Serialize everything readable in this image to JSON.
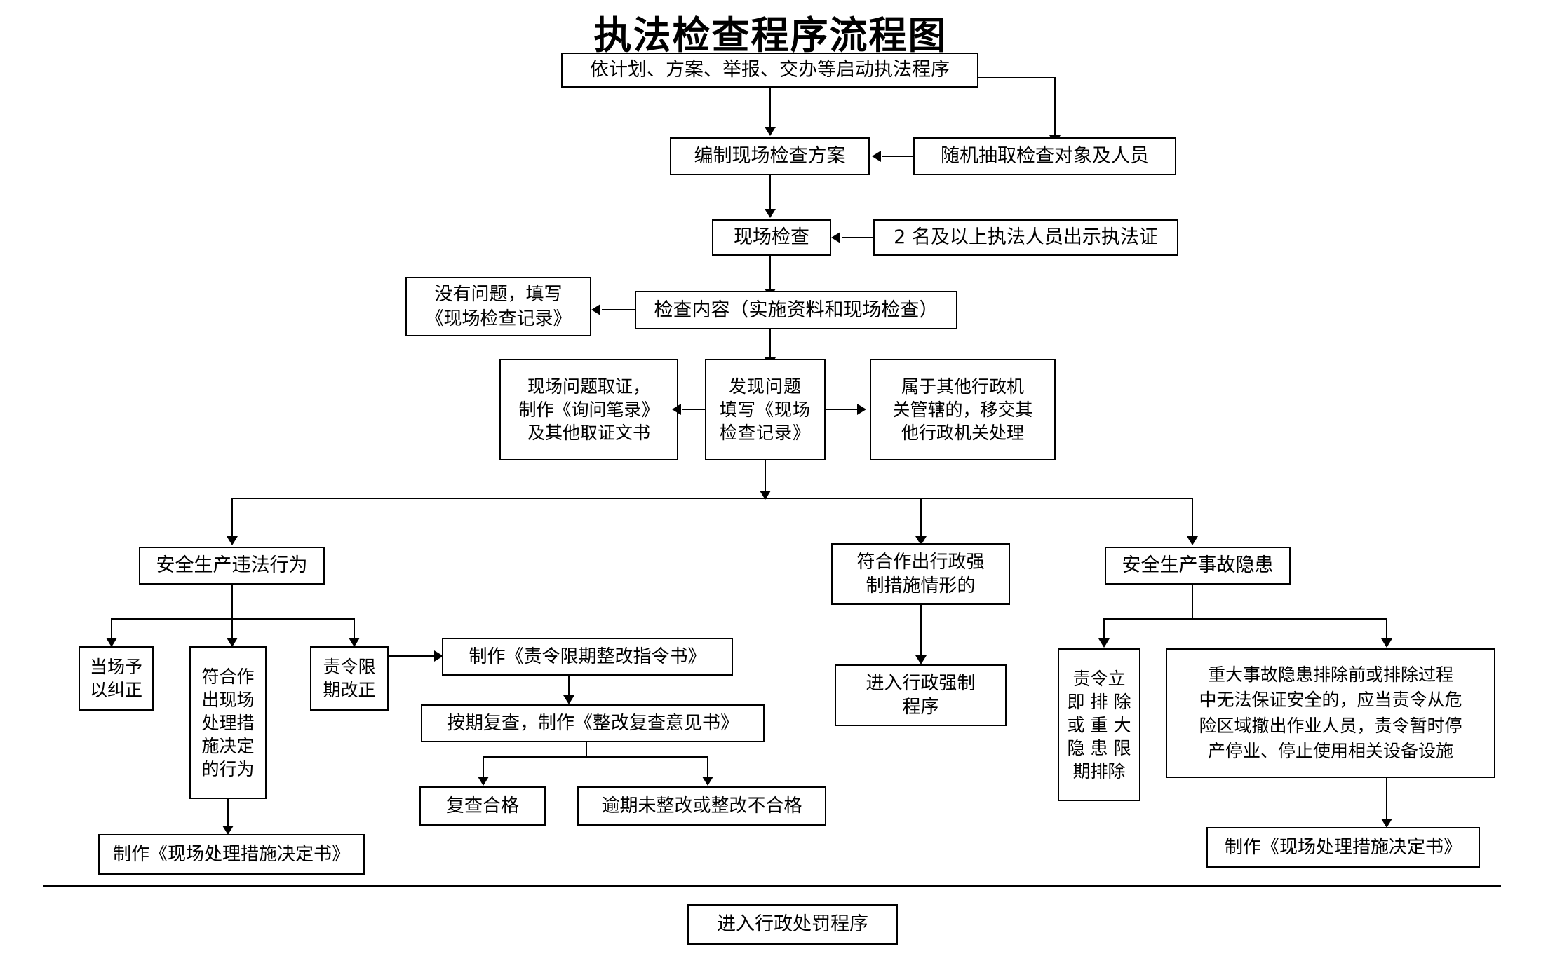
{
  "title": "执法检查程序流程图",
  "nodes": {
    "start": "依计划、方案、举报、交办等启动执法程序",
    "plan": "编制现场检查方案",
    "random_pick": "随机抽取检查对象及人员",
    "onsite_check": "现场检查",
    "two_officers": "2 名及以上执法人员出示执法证",
    "check_content": "检查内容（实施资料和现场检查）",
    "no_problem": "没有问题，填写\n《现场检查记录》",
    "evidence": "现场问题取证，\n制作《询问笔录》\n及其他取证文书",
    "found_problem": "发现问题\n填写《现场\n检查记录》",
    "other_agency": "属于其他行政机\n关管辖的，移交其\n他行政机关处理",
    "branch_illegal": "安全生产违法行为",
    "branch_coercion": "符合作出行政强\n制措施情形的",
    "branch_hazard": "安全生产事故隐患",
    "correct_onsite": "当场予\n以纠正",
    "onsite_measure_ok": "符合作\n出现场\n处理措\n施决定\n的行为",
    "order_rectify": "责令限\n期改正",
    "make_order_doc": "制作《责令限期整改指令书》",
    "recheck_doc": "按期复查，制作《整改复查意见书》",
    "recheck_pass": "复查合格",
    "recheck_fail": "逾期未整改或整改不合格",
    "onsite_measure_doc_left": "制作《现场处理措施决定书》",
    "enter_coercion": "进入行政强制\n程序",
    "order_remove": "责令立\n即 排 除\n或 重 大\n隐 患 限\n期排除",
    "major_hazard": "重大事故隐患排除前或排除过程\n中无法保证安全的，应当责令从危\n险区域撤出作业人员，责令暂时停\n产停业、停止使用相关设备设施",
    "onsite_measure_doc_right": "制作《现场处理措施决定书》",
    "enter_penalty": "进入行政处罚程序"
  }
}
